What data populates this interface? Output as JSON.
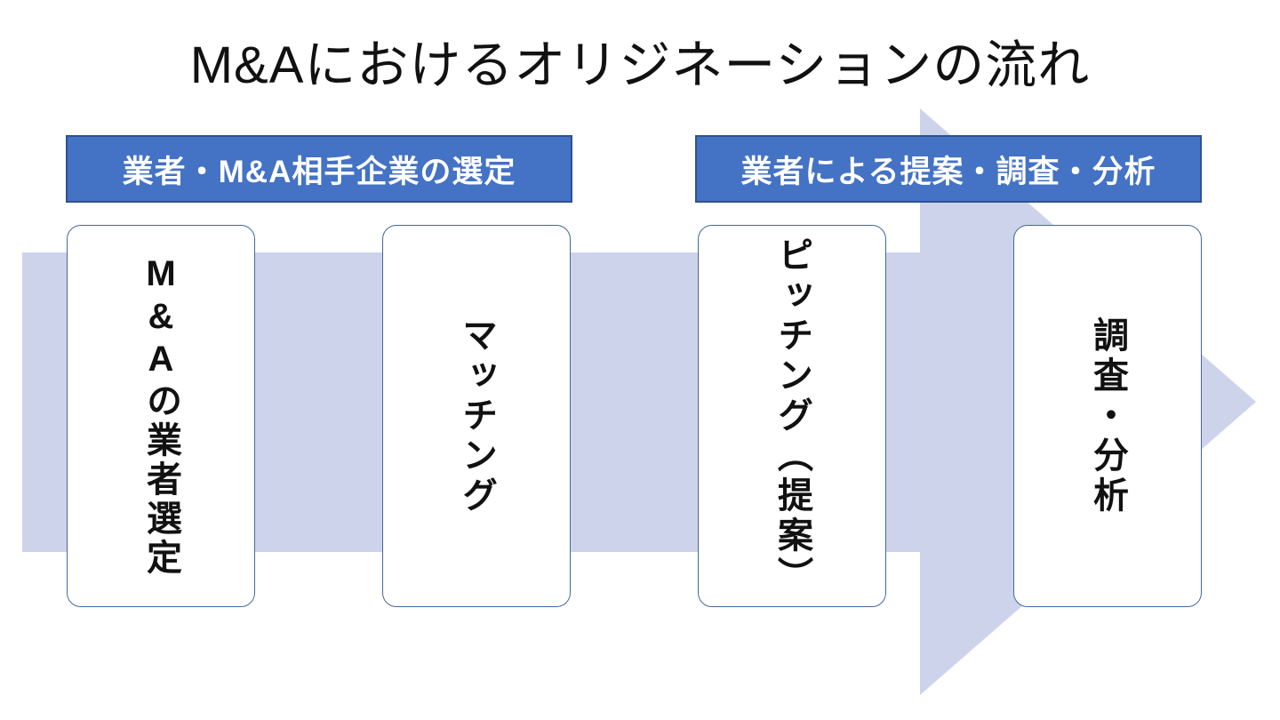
{
  "title": "M&Aにおけるオリジネーションの流れ",
  "phase_headers": [
    {
      "label": "業者・M&A相手企業の選定"
    },
    {
      "label": "業者による提案・調査・分析"
    }
  ],
  "steps": [
    {
      "label": "M&Aの業者選定"
    },
    {
      "label": "マッチング"
    },
    {
      "label": "ピッチング（提案）"
    },
    {
      "label": "調査・分析"
    }
  ],
  "colors": {
    "bar_fill": "#4472C4",
    "bar_border": "#2F528F",
    "bar_text": "#FFFFFF",
    "arrow_fill": "#CED3EC",
    "box_border": "#44689B",
    "box_fill": "#FFFFFF",
    "text": "#111111",
    "background": "#FFFFFF"
  }
}
